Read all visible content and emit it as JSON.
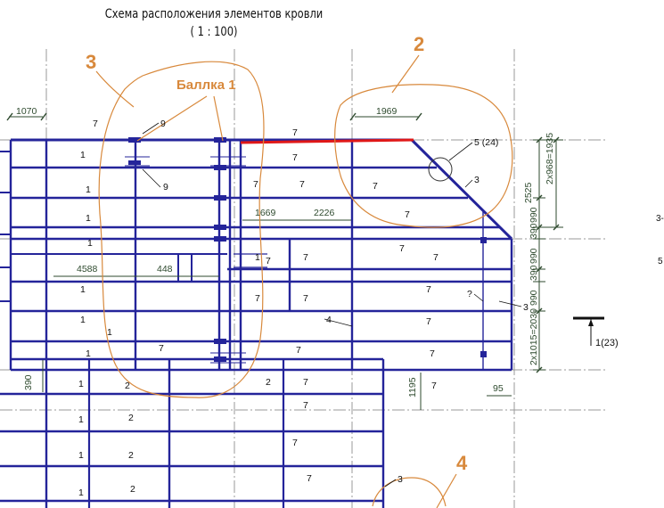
{
  "drawing": {
    "title": "Схема расположения элементов кровли",
    "scale": "( 1 : 100)"
  },
  "callouts": {
    "c2": "2",
    "c3": "3",
    "c4": "4",
    "beam": "Баллка 1"
  },
  "dimensions": {
    "d1070": "1070",
    "d1969": "1969",
    "d1669": "1669",
    "d2226": "2226",
    "d4588": "4588",
    "d448": "448",
    "d95": "95",
    "d390": "390",
    "d1195": "1195",
    "r2x968": "2x968=1935",
    "r2525": "2525",
    "r990a": "990",
    "r390a": "390",
    "r990b": "990",
    "r390b": "390",
    "r990c": "990",
    "r2x1015": "2x1015=2030"
  },
  "marks": {
    "m7": "7",
    "m1": "1",
    "m2": "2",
    "m3": "3",
    "m4": "4",
    "m9": "9",
    "mq": "?",
    "node5": "5 (24)"
  },
  "section": {
    "label": "1(23)"
  },
  "edge": {
    "a": "3-",
    "b": "5"
  },
  "colors": {
    "beam": "#24249a",
    "grid": "#9a9a9a",
    "dim": "#2e4a2e",
    "markup": "#d8893c",
    "highlight": "#e01818"
  }
}
